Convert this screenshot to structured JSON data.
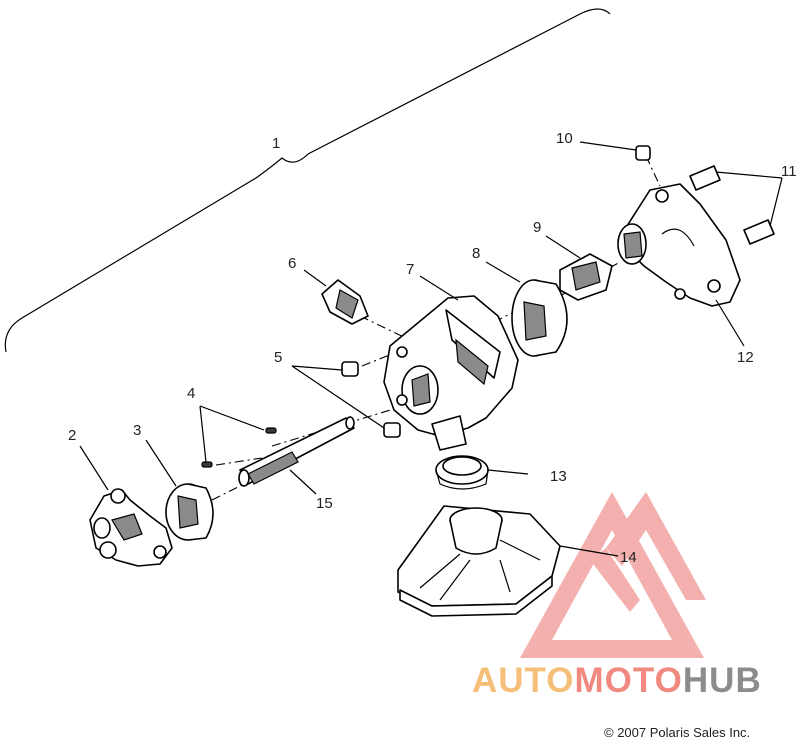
{
  "callouts": {
    "c1": "1",
    "c2": "2",
    "c3": "3",
    "c4": "4",
    "c5": "5",
    "c6": "6",
    "c7": "7",
    "c8": "8",
    "c9": "9",
    "c10": "10",
    "c11": "11",
    "c12": "12",
    "c13": "13",
    "c14": "14",
    "c15": "15"
  },
  "copyright": "© 2007 Polaris Sales Inc.",
  "watermark": {
    "part1": "AUTO",
    "part2": "MOTO",
    "part3": "HUB",
    "color_auto": "#f5bf7a",
    "color_moto": "#f08a80",
    "color_hub": "#8c8c8c",
    "logo_color": "#f07f7f"
  }
}
